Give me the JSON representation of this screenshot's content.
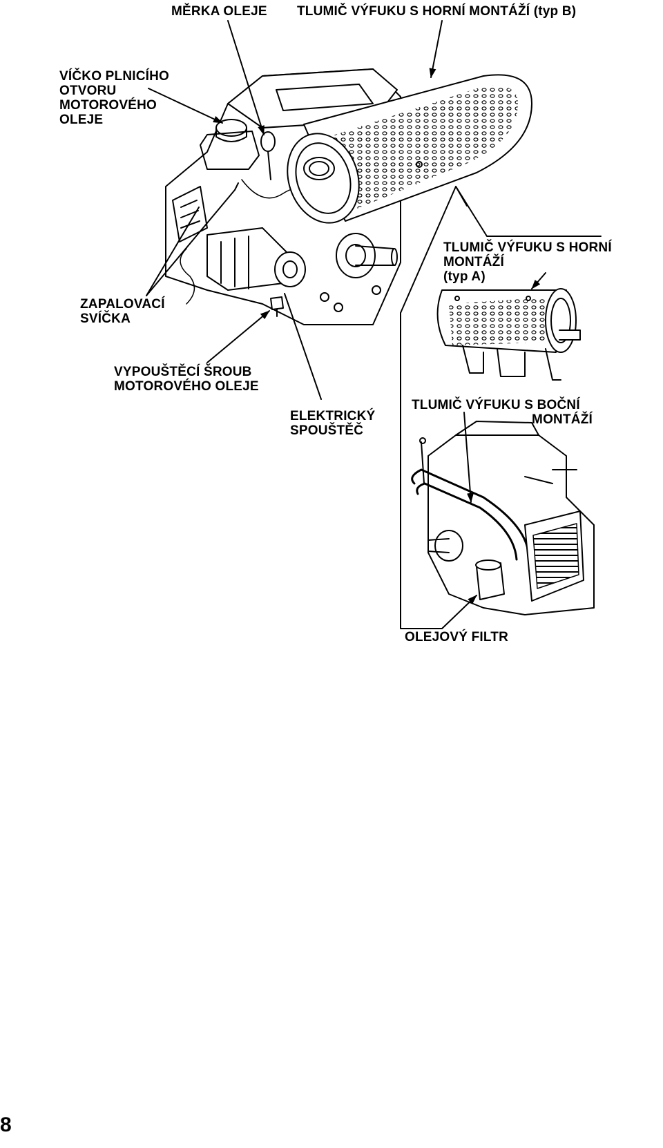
{
  "labels": {
    "dipstick": "MĚRKA OLEJE",
    "muffler_top_b": "TLUMIČ VÝFUKU S HORNÍ MONTÁŽÍ (typ B)",
    "oil_filler_cap": [
      "VÍČKO PLNICÍHO",
      "OTVORU",
      "MOTOROVÉHO",
      "OLEJE"
    ],
    "spark_plug": [
      "ZAPALOVACÍ",
      "SVÍČKA"
    ],
    "muffler_top_a": [
      "TLUMIČ VÝFUKU S HORNÍ",
      "MONTÁŽÍ",
      "(typ A)"
    ],
    "drain_bolt": [
      "VYPOUŠTĚCÍ ŠROUB",
      "MOTOROVÉHO OLEJE"
    ],
    "electric_starter": [
      "ELEKTRICKÝ",
      "SPOUŠTĚČ"
    ],
    "muffler_side": [
      "TLUMIČ VÝFUKU S BOČNÍ",
      "MONTÁŽÍ"
    ],
    "oil_filter": "OLEJOVÝ FILTR"
  },
  "page_number": "8"
}
